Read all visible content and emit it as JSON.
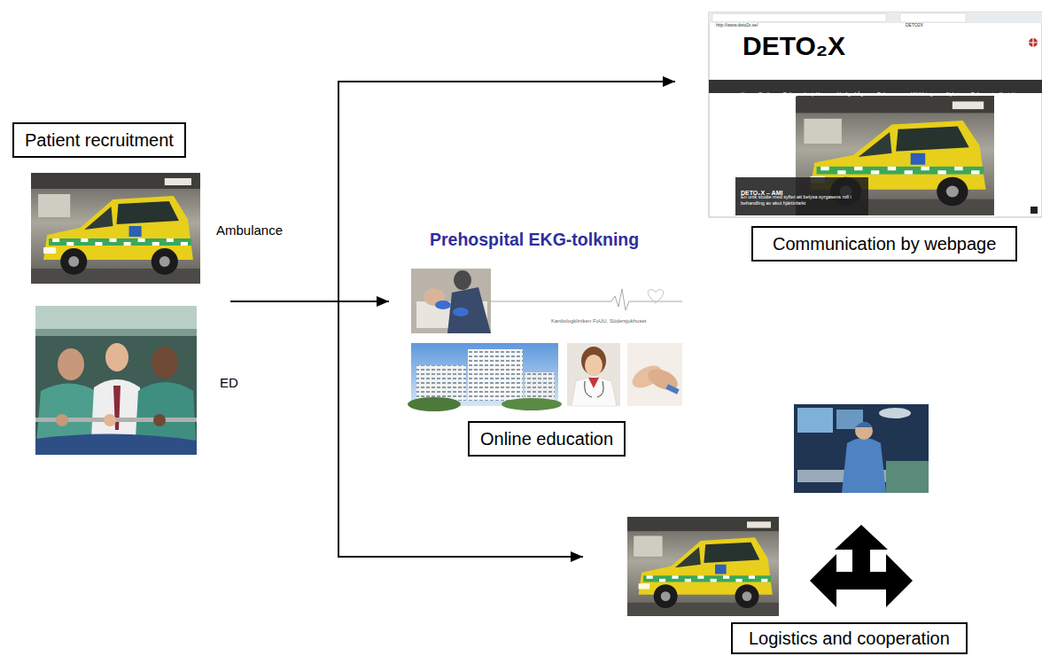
{
  "diagram": {
    "nodes": [
      {
        "text": [
          "Patient recruitment"
        ]
      },
      {
        "text": [
          "Communication by webpage"
        ]
      },
      {
        "text": [
          "Online education"
        ]
      },
      {
        "text": [
          "Logistics and cooperation"
        ]
      }
    ],
    "edges": [
      {
        "from": 0,
        "to": 1,
        "arrow": "to"
      },
      {
        "from": 0,
        "to": 2,
        "arrow": "to"
      },
      {
        "from": 0,
        "to": 3,
        "arrow": "to"
      }
    ],
    "labels": [
      "http://www.deto2x.se/",
      "DETO2X",
      "DETO₂X",
      "Hem",
      "Studien",
      "Deltagande sjukhus",
      "Vanliga frågor",
      "Referenser",
      "Utbildning",
      "Nyheter",
      "Dokument",
      "Kontakta oss",
      "DETO₂X – AMI",
      "En unik studie med syftet att belysa syrgasens roll i behandling av akut hjärtinfarkt",
      "Ambulance",
      "Prehospital EKG-tolkning",
      "Kardiologkliniken FoUU, Södersjukhuset",
      "ED"
    ]
  }
}
